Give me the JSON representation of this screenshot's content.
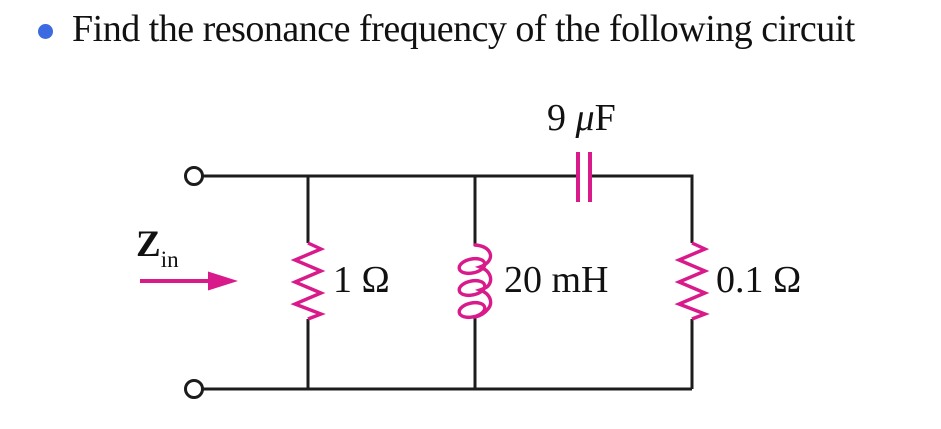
{
  "slide": {
    "title": "Find the resonance frequency of the following circuit"
  },
  "circuit": {
    "input": {
      "symbol": "Z",
      "subscript": "in"
    },
    "capacitor": {
      "num": "9 ",
      "mu": "μ",
      "unit": "F"
    },
    "resistor1": {
      "label": "1 Ω"
    },
    "inductor": {
      "label": "20 mH"
    },
    "resistor2": {
      "label": "0.1 Ω"
    }
  },
  "colors": {
    "component_magenta": "#d91a8a",
    "wire_black": "#1c1c1c",
    "bullet_blue": "#3c6ae1",
    "text_black": "#111111"
  }
}
